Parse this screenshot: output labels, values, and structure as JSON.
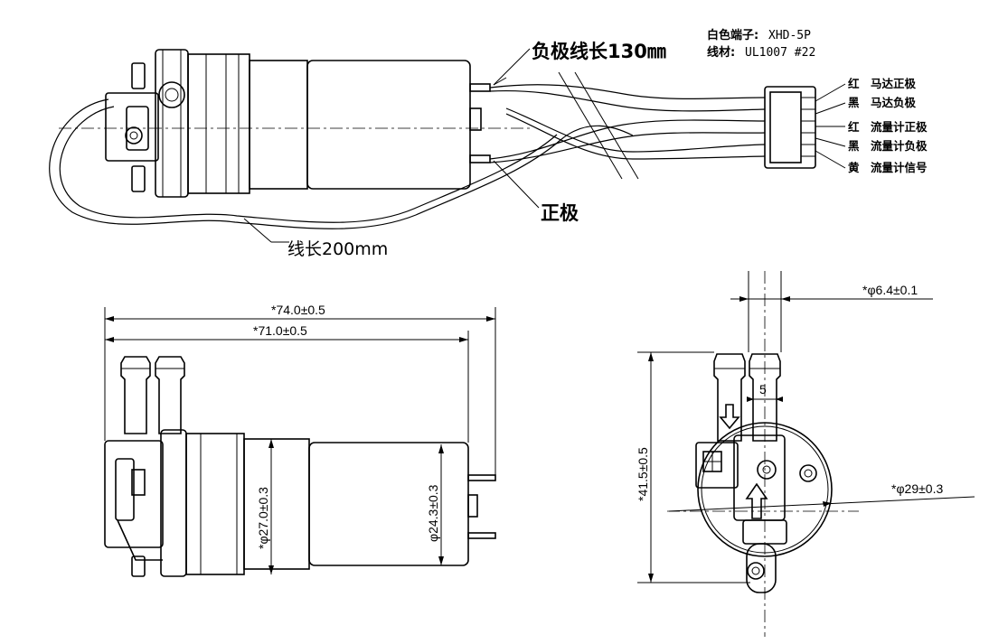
{
  "callouts": {
    "negative_lead": "负极线长130㎜",
    "positive": "正极",
    "lead_length": "线长200mm"
  },
  "spec": {
    "terminal_label": "白色端子:",
    "terminal_value": "XHD-5P",
    "wire_label": "线材:",
    "wire_value": "UL1007 #22"
  },
  "pins": [
    {
      "color": "红",
      "function": "马达正极"
    },
    {
      "color": "黑",
      "function": "马达负极"
    },
    {
      "color": "红",
      "function": "流量计正极"
    },
    {
      "color": "黑",
      "function": "流量计负极"
    },
    {
      "color": "黄",
      "function": "流量计信号"
    }
  ],
  "dimensions": {
    "overall_length": "*74.0±0.5",
    "body_length": "*71.0±0.5",
    "pump_diameter": "*φ27.0±0.3",
    "motor_diameter": "φ24.3±0.3",
    "tube_diameter": "*φ6.4±0.1",
    "tube_spacing": "5",
    "height": "*41.5±0.5",
    "end_diameter": "*φ29±0.3"
  }
}
